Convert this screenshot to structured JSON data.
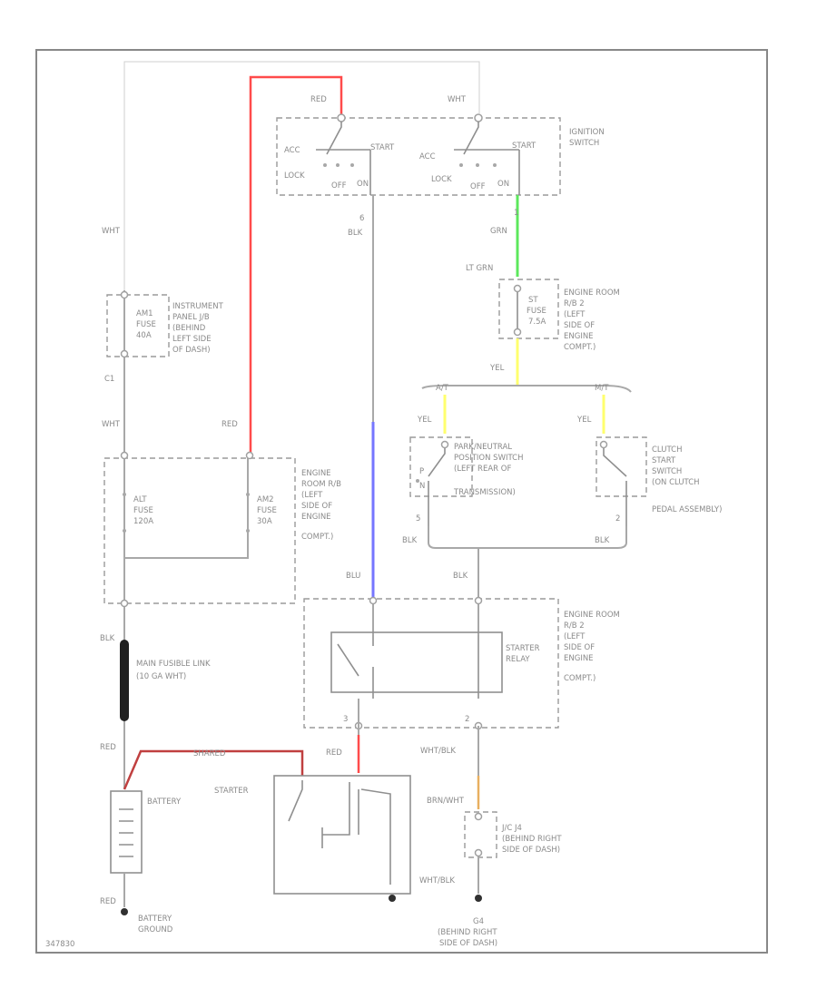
{
  "labels": {
    "wht_top_left": "WHT",
    "red_top": "RED",
    "wht_top_right": "WHT",
    "acc_1": "ACC",
    "lock_1": "LOCK",
    "start_1": "START",
    "off_1": "OFF",
    "on_1": "ON",
    "acc_2": "ACC",
    "lock_2": "LOCK",
    "start_2": "START",
    "off_2": "OFF",
    "on_2": "ON",
    "ign_switch_1": "IGNITION",
    "ign_switch_2": "SWITCH",
    "pin_6": "6",
    "pin_1": "1",
    "blk_ign": "BLK",
    "grn": "GRN",
    "lt_grn": "LT GRN",
    "rb2_top_1": "ENGINE ROOM",
    "rb2_top_2": "R/B 2",
    "rb2_top_3": "(LEFT",
    "rb2_top_4": "SIDE OF",
    "rb2_top_5": "ENGINE",
    "rb2_top_6": "COMPT.)",
    "st_fuse_1": "ST",
    "st_fuse_2": "FUSE",
    "st_fuse_3": "7.5A",
    "yel_main": "YEL",
    "at_label": "A/T",
    "mt_label": "M/T",
    "yel_at": "YEL",
    "yel_mt": "YEL",
    "pnp_1": "PARK/NEUTRAL",
    "pnp_2": "POSITION SWITCH",
    "pnp_3": "(LEFT REAR OF",
    "pnp_4": "TRANSMISSION)",
    "pnp_p": "P",
    "pnp_n": "N",
    "clutch_1": "CLUTCH",
    "clutch_2": "START",
    "clutch_3": "SWITCH",
    "clutch_4": "(ON CLUTCH",
    "clutch_5": "PEDAL ASSEMBLY)",
    "pin_5": "5",
    "pin_2a": "2",
    "blk_pnp": "BLK",
    "blk_clutch": "BLK",
    "wht_mid_left": "WHT",
    "panel_1": "INSTRUMENT",
    "panel_2": "PANEL J/B",
    "panel_3": "(BEHIND",
    "panel_4": "LEFT SIDE",
    "panel_5": "OF DASH)",
    "am1_1": "AM1",
    "am1_2": "FUSE",
    "am1_3": "40A",
    "c1_label": "C1",
    "red_mid": "RED",
    "rb_er_1": "ENGINE",
    "rb_er_2": "ROOM R/B",
    "rb_er_3": "(LEFT",
    "rb_er_4": "SIDE OF",
    "rb_er_5": "ENGINE",
    "rb_er_6": "COMPT.)",
    "alt_1": "ALT",
    "alt_2": "FUSE",
    "alt_3": "120A",
    "am2_1": "AM2",
    "am2_2": "FUSE",
    "am2_3": "30A",
    "blu_left": "BLU",
    "blk_right": "BLK",
    "rb2_mid_1": "ENGINE ROOM",
    "rb2_mid_2": "R/B 2",
    "rb2_mid_3": "(LEFT",
    "rb2_mid_4": "SIDE OF",
    "rb2_mid_5": "ENGINE",
    "rb2_mid_6": "COMPT.)",
    "relay_1": "STARTER",
    "relay_2": "RELAY",
    "pin_3": "3",
    "pin_2b": "2",
    "blk_link": "BLK",
    "fusible_1": "MAIN FUSIBLE LINK",
    "fusible_2": "(10 GA WHT)",
    "red_batt": "RED",
    "shared": "SHARED",
    "red_starter": "RED",
    "wht_blk_1": "WHT/BLK",
    "brn_wht": "BRN/WHT",
    "starter": "STARTER",
    "battery": "BATTERY",
    "jc_1": "J/C J4",
    "jc_2": "(BEHIND RIGHT",
    "jc_3": "SIDE OF DASH)",
    "wht_blk_2": "WHT/BLK",
    "red_gnd": "RED",
    "batt_gnd_1": "BATTERY",
    "batt_gnd_2": "GROUND",
    "gnd_code": "G4",
    "gnd_right_1": "(BEHIND RIGHT",
    "gnd_right_2": "SIDE OF DASH)",
    "fig_id": "347830"
  },
  "colors": {
    "red_wire": "#ff4b4b",
    "green_wire": "#5de85d",
    "yellow_wire": "#ffff6e",
    "blue_wire": "#7676ff",
    "dark_red_wire": "#c04040",
    "orange_wire": "#e8b060",
    "black_wire": "#202020"
  }
}
